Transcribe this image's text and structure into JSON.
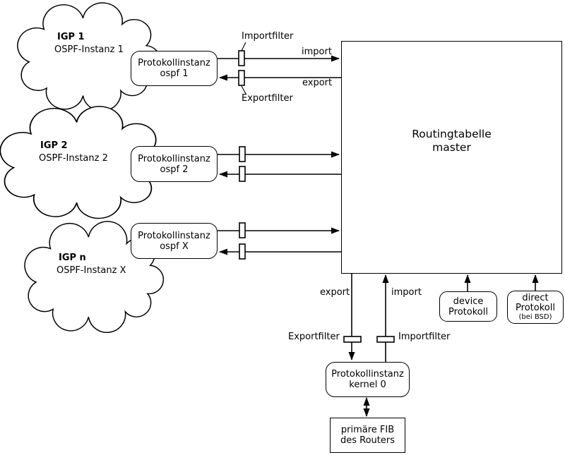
{
  "diagram": {
    "background": "#ffffff",
    "line_color": "#000000",
    "clouds": [
      {
        "title": "IGP 1",
        "subtitle": "OSPF-Instanz 1"
      },
      {
        "title": "IGP 2",
        "subtitle": "OSPF-Instanz 2"
      },
      {
        "title": "IGP n",
        "subtitle": "OSPF-Instanz X"
      }
    ],
    "protocol_boxes": [
      {
        "line1": "Protokollinstanz",
        "line2": "ospf 1"
      },
      {
        "line1": "Protokollinstanz",
        "line2": "ospf 2"
      },
      {
        "line1": "Protokollinstanz",
        "line2": "ospf X"
      }
    ],
    "routing_table": {
      "line1": "Routingtabelle",
      "line2": "master"
    },
    "top_filter_labels": {
      "import": "Importfilter",
      "export": "Exportfilter"
    },
    "edge_labels": {
      "import_top": "import",
      "export_top": "export",
      "export_bottom": "export",
      "import_bottom": "import"
    },
    "bottom_filter_labels": {
      "export": "Exportfilter",
      "import": "Importfilter"
    },
    "device_box": {
      "line1": "device",
      "line2": "Protokoll"
    },
    "direct_box": {
      "line1": "direct",
      "line2": "Protokoll",
      "line3": "(bei BSD)"
    },
    "kernel_box": {
      "line1": "Protokollinstanz",
      "line2": "kernel 0"
    },
    "fib_box": {
      "line1": "primäre FIB",
      "line2": "des Routers"
    }
  }
}
